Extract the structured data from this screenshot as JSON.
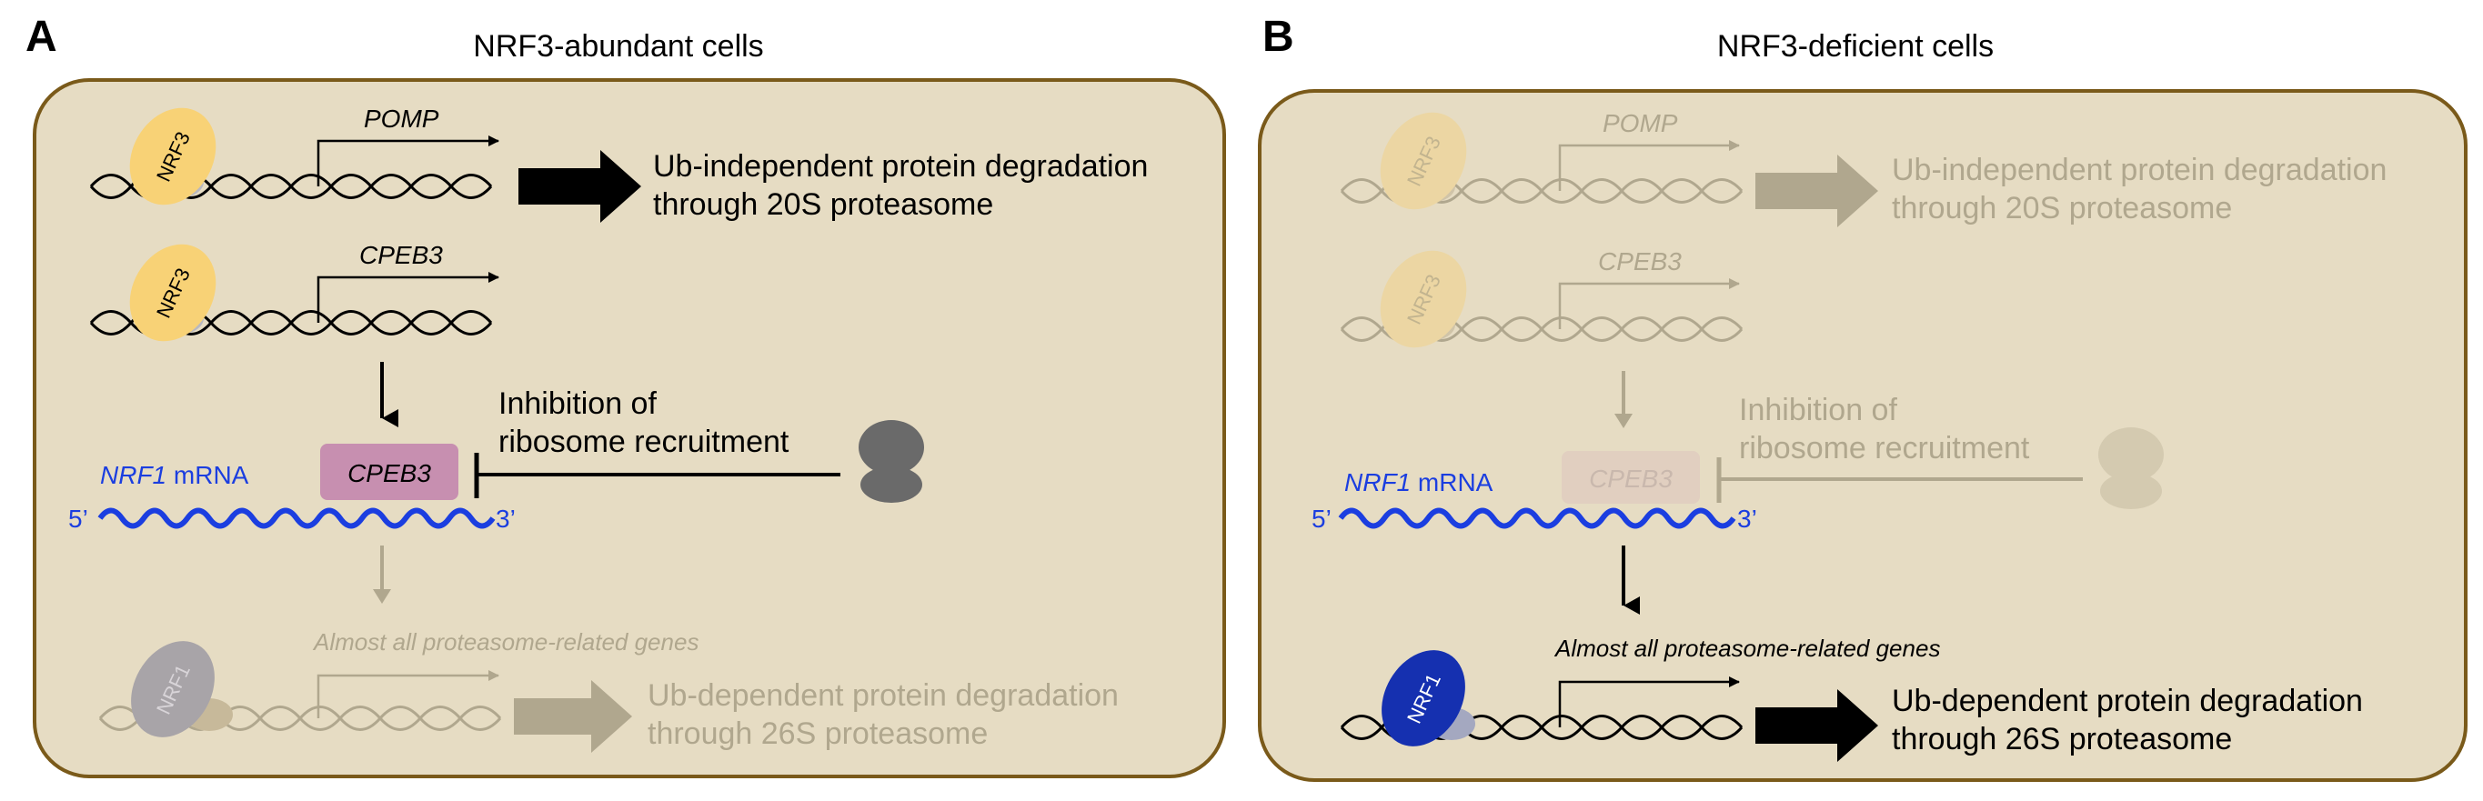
{
  "panels": [
    {
      "letter": "A",
      "title": "NRF3-abundant cells",
      "tf_top": "NRF3",
      "gene1": "POMP",
      "out1_line1": "Ub-independent protein degradation",
      "out1_line2": "through 20S proteasome",
      "gene2": "CPEB3",
      "inhibition_line1": "Inhibition of",
      "inhibition_line2": "ribosome recruitment",
      "mrna_gene": "NRF1",
      "mrna_suffix": " mRNA",
      "five_prime": "5’",
      "three_prime": "3’",
      "cpeb3_protein": "CPEB3",
      "genes_label": "Almost all proteasome-related genes",
      "tf_bottom": "NRF1",
      "out2_line1": "Ub-dependent protein degradation",
      "out2_line2": "through 26S proteasome"
    },
    {
      "letter": "B",
      "title": "NRF3-deficient cells",
      "tf_top": "NRF3",
      "gene1": "POMP",
      "out1_line1": "Ub-independent protein degradation",
      "out1_line2": "through 20S proteasome",
      "gene2": "CPEB3",
      "inhibition_line1": "Inhibition of",
      "inhibition_line2": "ribosome recruitment",
      "mrna_gene": "NRF1",
      "mrna_suffix": " mRNA",
      "five_prime": "5’",
      "three_prime": "3’",
      "cpeb3_protein": "CPEB3",
      "genes_label": "Almost all proteasome-related genes",
      "tf_bottom": "NRF1",
      "out2_line1": "Ub-dependent protein degradation",
      "out2_line2": "through 26S proteasome"
    }
  ],
  "colors": {
    "panel_bg": "#e6dcc3",
    "panel_border": "#7a5a1a",
    "nrf3": "#f8d276",
    "nrf1_active": "#1530b0",
    "nrf1_faded": "#a8a4a8",
    "cpeb3": "#c78fb0",
    "mrna": "#1b3ee0",
    "ribosome": "#6a6a6a",
    "faded": "#b0a78e"
  }
}
